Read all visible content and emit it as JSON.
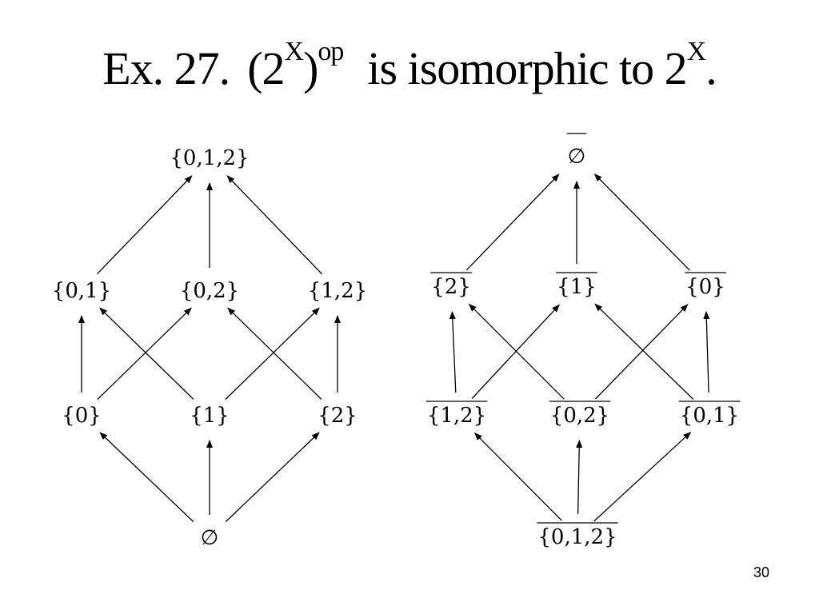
{
  "slide": {
    "title_prefix": "Ex. 27.",
    "title_open": "(2",
    "title_sup_x": "X",
    "title_close": ")",
    "title_sup_op": "op",
    "title_middle": "is isomorphic to 2",
    "title_sup_x2": "X",
    "title_end": ".",
    "page_number": "30"
  },
  "left_lattice": {
    "nodes": [
      {
        "id": "L012",
        "label": "{0,1,2}",
        "overline": false
      },
      {
        "id": "L01",
        "label": "{0,1}",
        "overline": false
      },
      {
        "id": "L02",
        "label": "{0,2}",
        "overline": false
      },
      {
        "id": "L12",
        "label": "{1,2}",
        "overline": false
      },
      {
        "id": "L0",
        "label": "{0}",
        "overline": false
      },
      {
        "id": "L1",
        "label": "{1}",
        "overline": false
      },
      {
        "id": "L2",
        "label": "{2}",
        "overline": false
      },
      {
        "id": "Lempty",
        "label": "∅",
        "overline": false
      }
    ],
    "edges": [
      [
        "L01",
        "L012"
      ],
      [
        "L02",
        "L012"
      ],
      [
        "L12",
        "L012"
      ],
      [
        "L0",
        "L01"
      ],
      [
        "L1",
        "L01"
      ],
      [
        "L0",
        "L02"
      ],
      [
        "L2",
        "L02"
      ],
      [
        "L1",
        "L12"
      ],
      [
        "L2",
        "L12"
      ],
      [
        "Lempty",
        "L0"
      ],
      [
        "Lempty",
        "L1"
      ],
      [
        "Lempty",
        "L2"
      ]
    ]
  },
  "right_lattice": {
    "nodes": [
      {
        "id": "Rempty",
        "label": "∅",
        "overline": true
      },
      {
        "id": "R2",
        "label": "{2}",
        "overline": true
      },
      {
        "id": "R1",
        "label": "{1}",
        "overline": true
      },
      {
        "id": "R0",
        "label": "{0}",
        "overline": true
      },
      {
        "id": "R12",
        "label": "{1,2}",
        "overline": true
      },
      {
        "id": "R02",
        "label": "{0,2}",
        "overline": true
      },
      {
        "id": "R01",
        "label": "{0,1}",
        "overline": true
      },
      {
        "id": "R012",
        "label": "{0,1,2}",
        "overline": true
      }
    ],
    "edges": [
      [
        "R2",
        "Rempty"
      ],
      [
        "R1",
        "Rempty"
      ],
      [
        "R0",
        "Rempty"
      ],
      [
        "R12",
        "R2"
      ],
      [
        "R02",
        "R2"
      ],
      [
        "R12",
        "R1"
      ],
      [
        "R01",
        "R1"
      ],
      [
        "R02",
        "R0"
      ],
      [
        "R01",
        "R0"
      ],
      [
        "R012",
        "R12"
      ],
      [
        "R012",
        "R02"
      ],
      [
        "R012",
        "R01"
      ]
    ]
  }
}
